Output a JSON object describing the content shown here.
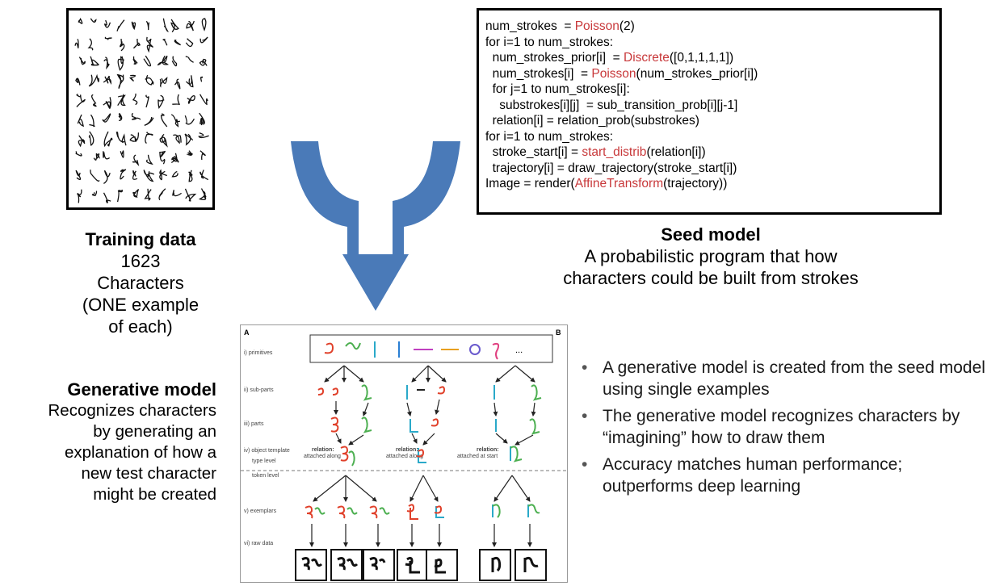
{
  "training": {
    "title": "Training data",
    "line1": "1623 Characters",
    "line2": "(ONE example of each)"
  },
  "seed": {
    "title": "Seed model",
    "line1": "A probabilistic program that how",
    "line2": "characters could be built from strokes",
    "code": [
      {
        "pre": "num_strokes  = ",
        "fn": "Poisson",
        "post": "(2)"
      },
      {
        "pre": "for i=1 to num_strokes:",
        "fn": "",
        "post": ""
      },
      {
        "pre": "  num_strokes_prior[i]  = ",
        "fn": "Discrete",
        "post": "([0,1,1,1,1])"
      },
      {
        "pre": "  num_strokes[i]  = ",
        "fn": "Poisson",
        "post": "(num_strokes_prior[i])"
      },
      {
        "pre": "  for j=1 to num_strokes[i]:",
        "fn": "",
        "post": ""
      },
      {
        "pre": "    substrokes[i][j]  = sub_transition_prob[i][j-1]",
        "fn": "",
        "post": ""
      },
      {
        "pre": "  relation[i] = relation_prob(substrokes)",
        "fn": "",
        "post": ""
      },
      {
        "pre": "for i=1 to num_strokes:",
        "fn": "",
        "post": ""
      },
      {
        "pre": "  stroke_start[i] = ",
        "fn": "start_distrib",
        "post": "(relation[i])"
      },
      {
        "pre": "  trajectory[i] = draw_trajectory(stroke_start[i])",
        "fn": "",
        "post": ""
      },
      {
        "pre": "Image = render(",
        "fn": "AffineTransform",
        "post": "(trajectory))"
      }
    ]
  },
  "generative": {
    "title": "Generative model",
    "lines": [
      "Recognizes characters",
      "by generating an",
      "explanation of how a",
      "new test character",
      "might be created"
    ]
  },
  "bullets": [
    "A generative model is created from the seed model using single examples",
    "The generative model recognizes characters by “imagining” how to draw them",
    "Accuracy matches human performance; outperforms deep learning"
  ],
  "diagram": {
    "panel_a": "A",
    "panel_b": "B",
    "levels": [
      "i) primitives",
      "ii) sub-parts",
      "iii) parts",
      "iv) object template",
      "type level",
      "token level",
      "v) exemplars",
      "vi) raw data"
    ],
    "relations": [
      "relation: attached along",
      "relation: attached along",
      "relation: attached at start"
    ],
    "relation_title": "relation:",
    "relation_types": [
      "attached along",
      "attached along",
      "attached at start"
    ],
    "ellipsis": "...",
    "colors": {
      "arrow": "#4a7ab8",
      "code_fn": "#c8383a"
    }
  }
}
